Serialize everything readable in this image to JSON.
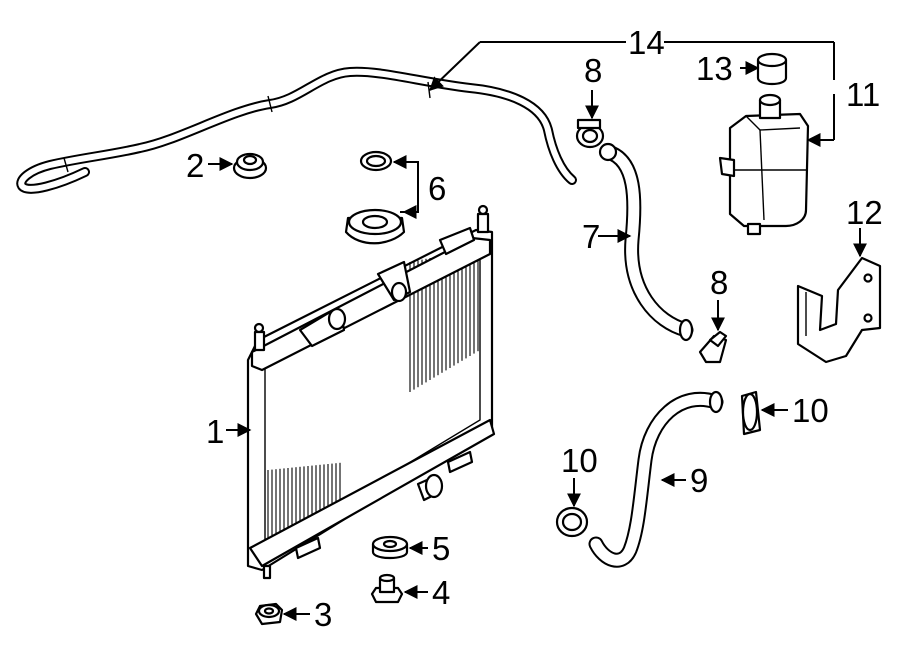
{
  "diagram": {
    "callouts": [
      {
        "id": "1",
        "text": "1"
      },
      {
        "id": "2",
        "text": "2"
      },
      {
        "id": "3",
        "text": "3"
      },
      {
        "id": "4",
        "text": "4"
      },
      {
        "id": "5",
        "text": "5"
      },
      {
        "id": "6",
        "text": "6"
      },
      {
        "id": "7",
        "text": "7"
      },
      {
        "id": "8a",
        "text": "8"
      },
      {
        "id": "8b",
        "text": "8"
      },
      {
        "id": "9",
        "text": "9"
      },
      {
        "id": "10a",
        "text": "10"
      },
      {
        "id": "10b",
        "text": "10"
      },
      {
        "id": "11",
        "text": "11"
      },
      {
        "id": "12",
        "text": "12"
      },
      {
        "id": "13",
        "text": "13"
      },
      {
        "id": "14",
        "text": "14"
      }
    ]
  }
}
